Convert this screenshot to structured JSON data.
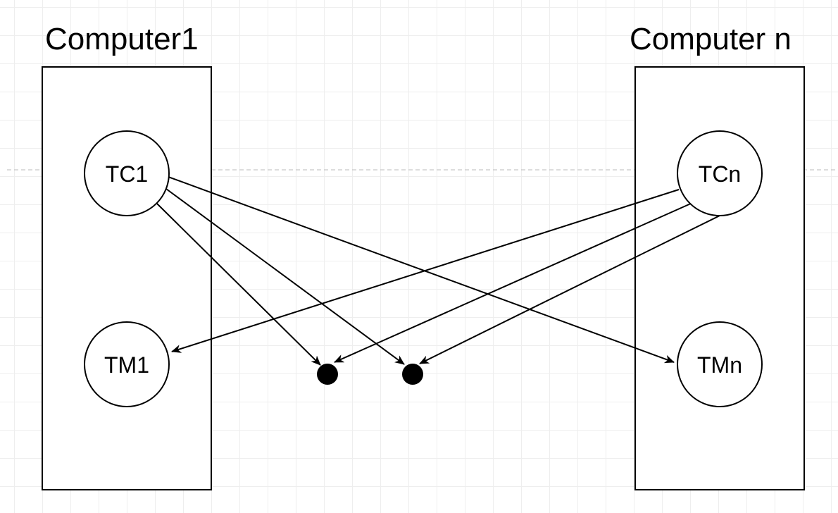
{
  "diagram": {
    "computers": [
      {
        "id": "computer-1",
        "title": "Computer1"
      },
      {
        "id": "computer-n",
        "title": "Computer n"
      }
    ],
    "nodes": {
      "tc1": "TC1",
      "tm1": "TM1",
      "tcn": "TCn",
      "tmn": "TMn"
    },
    "edges": [
      {
        "from": "TC1",
        "to": "dot-1"
      },
      {
        "from": "TC1",
        "to": "dot-2"
      },
      {
        "from": "TC1",
        "to": "TMn"
      },
      {
        "from": "TCn",
        "to": "TM1"
      },
      {
        "from": "TCn",
        "to": "dot-1"
      },
      {
        "from": "TCn",
        "to": "dot-2"
      }
    ],
    "colors": {
      "stroke": "#000000",
      "fill": "#ffffff",
      "grid": "#eeeeee",
      "guide": "#bbbbbb"
    }
  }
}
